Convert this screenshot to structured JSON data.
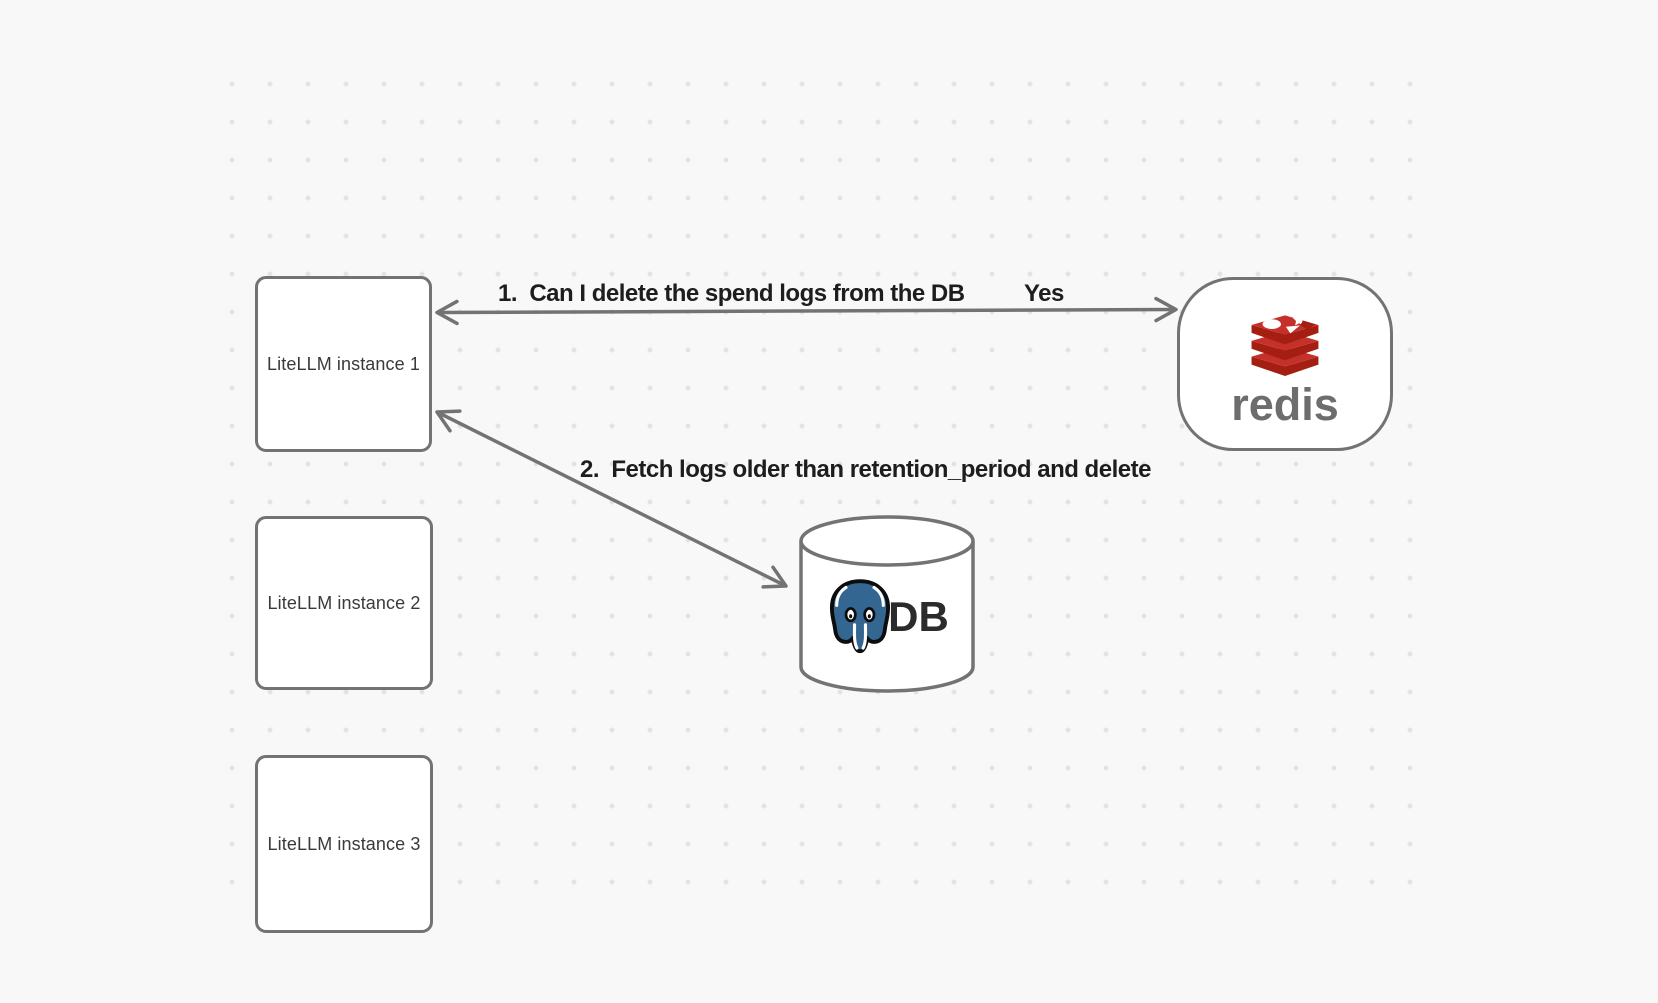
{
  "canvas": {
    "background_color": "#f8f8f8",
    "dot_color": "#e3e3e3",
    "stroke_color": "#737373",
    "label_text_color": "#1d1d1d"
  },
  "nodes": {
    "instances": [
      {
        "label": "LiteLLM instance 1"
      },
      {
        "label": "LiteLLM instance 2"
      },
      {
        "label": "LiteLLM instance 3"
      }
    ],
    "redis": {
      "label": "redis",
      "icon": "redis-logo",
      "brand_red": "#c6302b",
      "brand_red_dark": "#a41e11",
      "wordmark_color": "#6d6d6d"
    },
    "db": {
      "label": "DB",
      "icon": "postgresql-elephant",
      "elephant_blue": "#336791"
    }
  },
  "edges": [
    {
      "label": "1.  Can I delete the spend logs from the DB",
      "response": "Yes",
      "bidirectional": true
    },
    {
      "label": "2.  Fetch logs older than retention_period and delete",
      "bidirectional": true
    }
  ]
}
